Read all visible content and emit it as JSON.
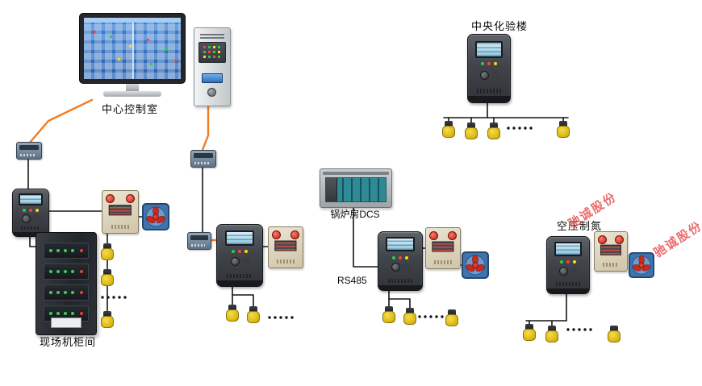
{
  "labels": {
    "central_control_room": "中心控制室",
    "field_cabinet_room": "现场机柜间",
    "boiler_room_dcs": "锅炉房DCS",
    "rs485_bus": "RS485",
    "central_lab_building": "中央化验楼",
    "air_compression_nitrogen": "空压制氮"
  },
  "watermark": {
    "text": "驰诚股份"
  },
  "colors": {
    "background": "#ffffff",
    "wire": "#151515",
    "cable_orange": "#f47b20",
    "detector_yellow": "#d9b713",
    "alarm_lamp_red": "#bc1e10",
    "fan_frame_blue": "#3f74b0",
    "fan_blade_red": "#c92a1e",
    "screen_blue": "#2f6fc0",
    "plc_module_teal": "#2e8a94",
    "watermark_red": "#e23d3d"
  },
  "icons": {
    "scada-monitor": "css-monitor-with-blue-screen",
    "pc-tower": "css-gray-tower-case",
    "signal-converter": "css-small-gray-module",
    "gas-alarm-controller": "css-dark-panel-with-lcd",
    "alarm-panel": "css-beige-box-red-lamps",
    "exhaust-fan": "svg-blue-frame-red-blades",
    "gas-detector": "css-yellow-sensor",
    "field-control-cabinet": "css-dark-cabinet-led-rows",
    "plc-rack": "css-gray-rack-teal-modules"
  }
}
